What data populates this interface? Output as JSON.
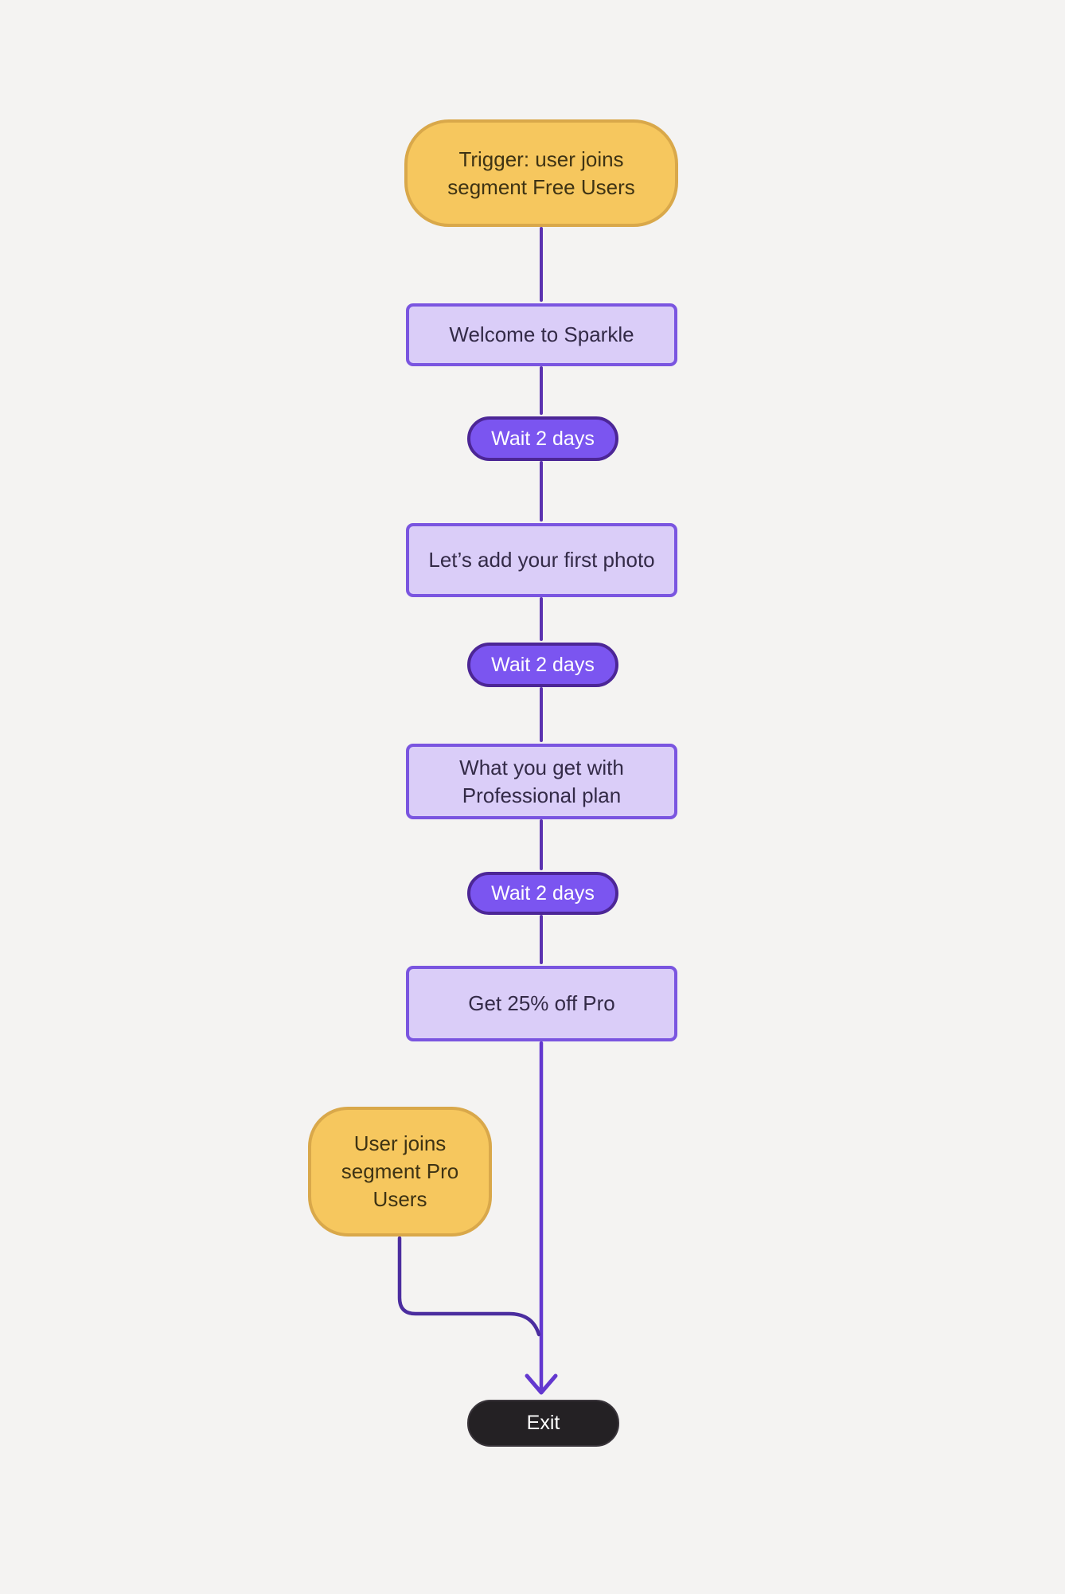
{
  "colors": {
    "bg": "#f4f3f2",
    "trigger_fill": "#f6c75e",
    "trigger_border": "#d9a84a",
    "email_fill": "#dacdf8",
    "email_border": "#7a55e0",
    "wait_fill": "#7b55f0",
    "wait_border": "#4c2696",
    "connector": "#5b32b0",
    "branch": "#4b2d9f",
    "arrow": "#6338cf",
    "exit_fill": "#242124",
    "exit_border": "#39343a",
    "text_dark": "#3e3314",
    "text_email": "#332a47",
    "text_light": "#ffffff"
  },
  "nodes": {
    "trigger": {
      "line1": "Trigger: user joins",
      "line2": "segment Free Users"
    },
    "email1": {
      "label": "Welcome to Sparkle"
    },
    "wait1": {
      "label": "Wait 2 days"
    },
    "email2": {
      "label": "Let’s add your first photo"
    },
    "wait2": {
      "label": "Wait 2 days"
    },
    "email3": {
      "line1": "What you get with",
      "line2": "Professional plan"
    },
    "wait3": {
      "label": "Wait 2 days"
    },
    "email4": {
      "label": "Get 25% off Pro"
    },
    "pro_segment": {
      "line1": "User joins",
      "line2": "segment Pro",
      "line3": "Users"
    },
    "exit": {
      "label": "Exit"
    }
  }
}
